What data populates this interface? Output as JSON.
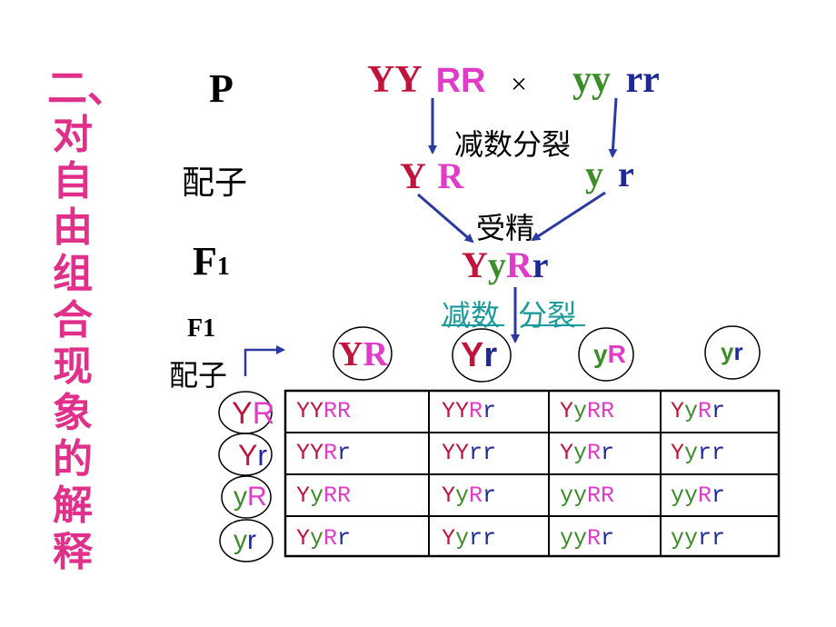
{
  "colors": {
    "title": "#e0308a",
    "Y": "#c0143c",
    "y": "#3c8c28",
    "R": "#e03cc8",
    "r": "#1e2896",
    "underline": "#1a9a9a"
  },
  "title": "二、对自由组合现象的解释",
  "labels": {
    "p": "P",
    "gametes": "配子",
    "f1_main": "F",
    "f1_sub": "1",
    "f1_gametes_line1": "F1",
    "f1_gametes_line2": "配子"
  },
  "parents": {
    "p1_y": "YY",
    "p1_r": "RR",
    "cross": "×",
    "p2_y": "yy",
    "p2_r": "rr"
  },
  "steps": {
    "meiosis": "减数分裂",
    "fertilization": "受精",
    "meiosis_underlined_1": "减数",
    "meiosis_underlined_2": "分裂"
  },
  "gametes": {
    "g1_y": "Y",
    "g1_r": "R",
    "g2_y": "y",
    "g2_r": "r"
  },
  "f1": "YyRr",
  "punnett": {
    "columns": [
      "YR",
      "Yr",
      "yR",
      "yr"
    ],
    "rows": [
      "YR",
      "Yr",
      "yR",
      "yr"
    ],
    "cells": [
      [
        "YYRR",
        "YYRr",
        "YyRR",
        "YyRr"
      ],
      [
        "YYRr",
        "YYrr",
        "YyRr",
        "Yyrr"
      ],
      [
        "YyRR",
        "YyRr",
        "yyRR",
        "yyRr"
      ],
      [
        "YyRr",
        "Yyrr",
        "yyRr",
        "yyrr"
      ]
    ]
  }
}
